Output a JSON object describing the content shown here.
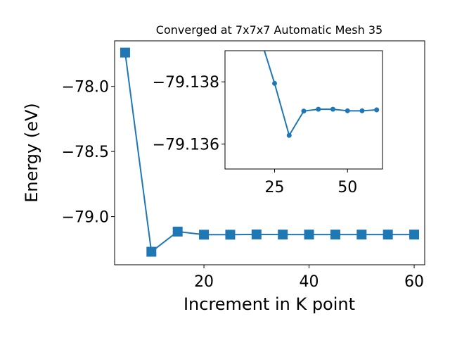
{
  "chart_data": [
    {
      "type": "line",
      "title": "Converged at 7x7x7 Automatic Mesh 35",
      "xlabel": "Increment in K point",
      "ylabel": "Energy (eV)",
      "xlim": [
        3,
        62
      ],
      "ylim": [
        -79.37,
        -77.65
      ],
      "xticks": [
        20,
        40,
        60
      ],
      "yticks": [
        -78.0,
        -78.5,
        -79.0
      ],
      "xtick_labels": [
        "20",
        "40",
        "60"
      ],
      "ytick_labels": [
        "−78.0",
        "−78.5",
        "−79.0"
      ],
      "marker": "square",
      "color": "#1f77b4",
      "grid": false,
      "x": [
        5,
        10,
        15,
        20,
        25,
        30,
        35,
        40,
        45,
        50,
        55,
        60
      ],
      "y": [
        -77.74,
        -79.27,
        -79.115,
        -79.139,
        -79.139,
        -79.137,
        -79.138,
        -79.138,
        -79.138,
        -79.138,
        -79.138,
        -79.138
      ]
    },
    {
      "type": "line",
      "inset": true,
      "xlim": [
        8,
        62
      ],
      "ylim": [
        -79.1352,
        -79.139
      ],
      "xticks": [
        25,
        50
      ],
      "yticks": [
        -79.138,
        -79.136
      ],
      "xtick_labels": [
        "25",
        "50"
      ],
      "ytick_labels": [
        "−79.138",
        "−79.136"
      ],
      "marker": "circle",
      "color": "#1f77b4",
      "grid": false,
      "x": [
        20,
        25,
        30,
        35,
        40,
        45,
        50,
        55,
        60
      ],
      "y": [
        -79.13945,
        -79.13795,
        -79.13628,
        -79.13706,
        -79.13712,
        -79.13712,
        -79.13707,
        -79.13707,
        -79.1371
      ]
    }
  ]
}
